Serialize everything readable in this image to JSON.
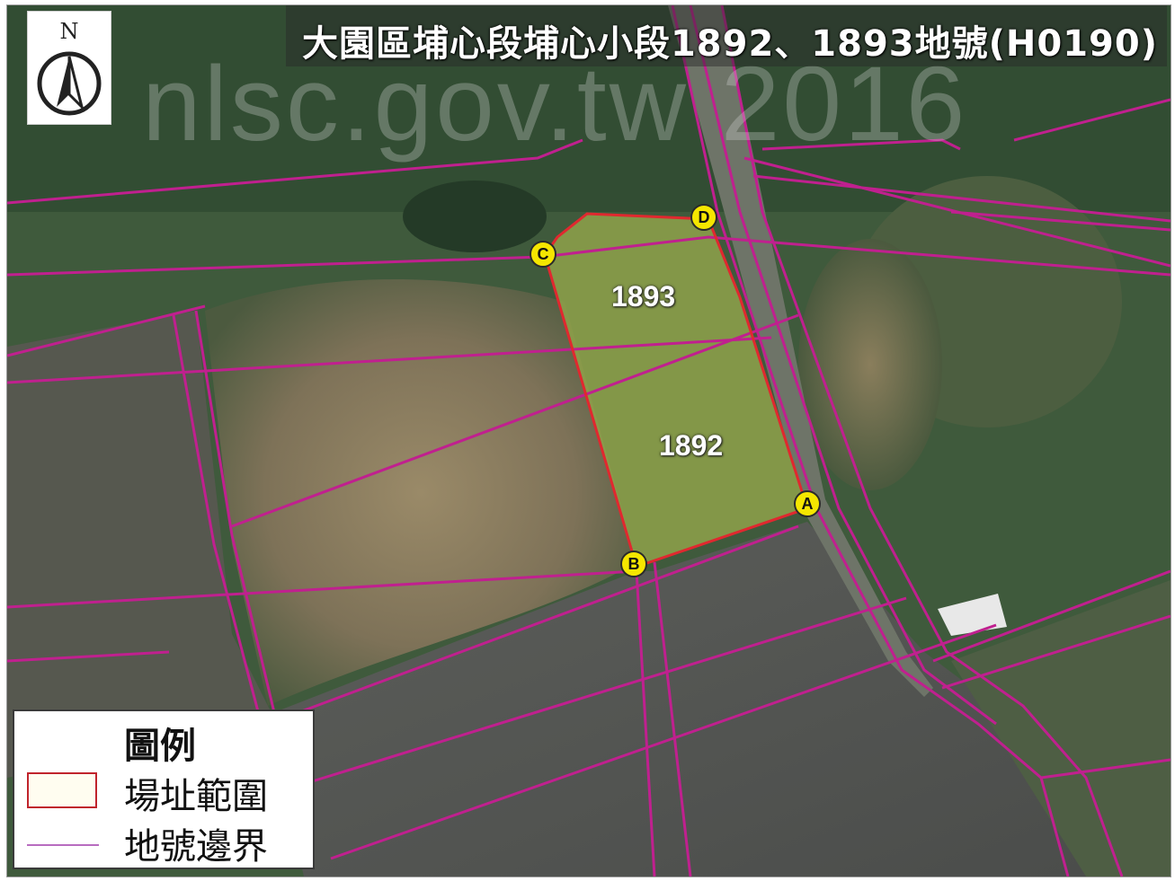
{
  "title": "大園區埔心段埔心小段1892、1893地號(H0190)",
  "watermark": "nlsc.gov.tw 2016",
  "compass": {
    "label": "N",
    "icon": "north-arrow-icon"
  },
  "parcels": [
    {
      "id": "1893",
      "label": "1893"
    },
    {
      "id": "1892",
      "label": "1892"
    }
  ],
  "points": [
    {
      "id": "A",
      "label": "A"
    },
    {
      "id": "B",
      "label": "B"
    },
    {
      "id": "C",
      "label": "C"
    },
    {
      "id": "D",
      "label": "D"
    }
  ],
  "legend": {
    "title": "圖例",
    "items": [
      {
        "label": "場址範圍",
        "symbol": "site-boundary"
      },
      {
        "label": "地號邊界",
        "symbol": "parcel-boundary-line"
      }
    ]
  },
  "colors": {
    "site_boundary": "#e0282f",
    "parcel_boundary": "#c0208f",
    "point_fill": "#f5e600",
    "site_fill": "#8fa24a"
  }
}
